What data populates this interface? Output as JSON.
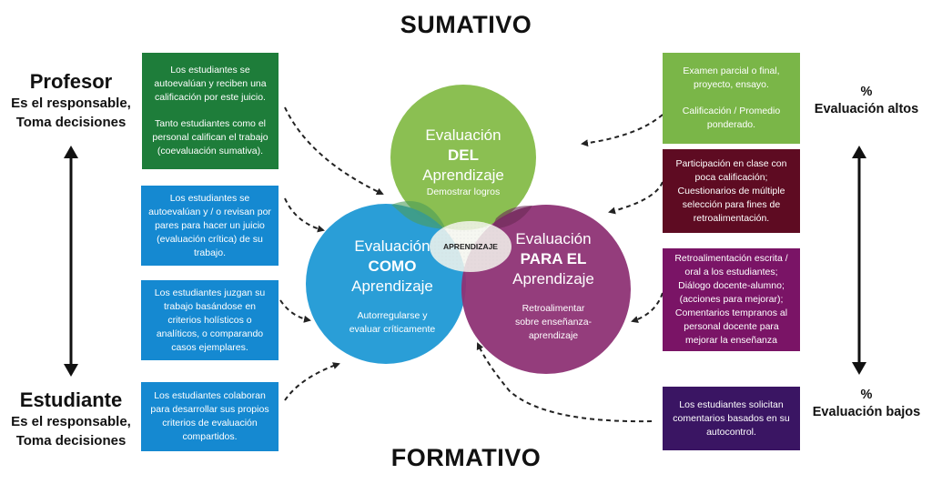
{
  "titles": {
    "top": "SUMATIVO",
    "bottom": "FORMATIVO"
  },
  "roles": {
    "teacher": {
      "name": "Profesor",
      "line1": "Es el responsable,",
      "line2": "Toma decisiones"
    },
    "student": {
      "name": "Estudiante",
      "line1": "Es el responsable,",
      "line2": "Toma decisiones"
    }
  },
  "scale": {
    "high": {
      "symbol": "%",
      "label": "Evaluación altos"
    },
    "low": {
      "symbol": "%",
      "label": "Evaluación bajos"
    }
  },
  "left_boxes": [
    {
      "paragraphs": [
        "Los estudiantes se autoevalúan y reciben una calificación por este juicio.",
        "Tanto estudiantes como el personal califican el trabajo (coevaluación sumativa)."
      ],
      "color": "#1e7d3a"
    },
    {
      "paragraphs": [
        "Los estudiantes se autoevalúan y / o revisan por pares para hacer un juicio (evaluación crítica) de su trabajo."
      ],
      "color": "#1589d1"
    },
    {
      "paragraphs": [
        "Los estudiantes juzgan su trabajo basándose en criterios holísticos o analíticos, o comparando casos ejemplares."
      ],
      "color": "#1589d1"
    },
    {
      "paragraphs": [
        "Los estudiantes colaboran para desarrollar sus propios criterios de evaluación compartidos."
      ],
      "color": "#1589d1"
    }
  ],
  "right_boxes": [
    {
      "paragraphs": [
        "Examen parcial o final, proyecto, ensayo.",
        "Calificación / Promedio ponderado."
      ],
      "color": "#7ab648"
    },
    {
      "paragraphs": [
        "Participación en clase con poca calificación; Cuestionarios de múltiple selección para fines de retroalimentación."
      ],
      "color": "#5e0b22"
    },
    {
      "paragraphs": [
        "Retroalimentación escrita / oral a los estudiantes; Diálogo docente-alumno; (acciones para mejorar); Comentarios tempranos al personal docente para mejorar la enseñanza"
      ],
      "color": "#7a1466"
    },
    {
      "paragraphs": [
        "Los estudiantes solicitan comentarios basados en su autocontrol."
      ],
      "color": "#3a1563"
    }
  ],
  "circles": {
    "del": {
      "l1": "Evaluación",
      "l2": "DEL",
      "l3": "Aprendizaje",
      "desc": "Demostrar logros",
      "color": "#8bbf52"
    },
    "como": {
      "l1": "Evaluación",
      "l2": "COMO",
      "l3": "Aprendizaje",
      "desc": "Autorregularse y evaluar críticamente",
      "color": "#239bd6"
    },
    "para": {
      "l1": "Evaluación",
      "l2": "PARA EL",
      "l3": "Aprendizaje",
      "desc": "Retroalimentar sobre enseñanza-aprendizaje",
      "color": "#8e3375"
    },
    "center": {
      "label": "APRENDIZAJE"
    }
  },
  "colors": {
    "arrow": "#111111",
    "dashed": "#222222"
  }
}
